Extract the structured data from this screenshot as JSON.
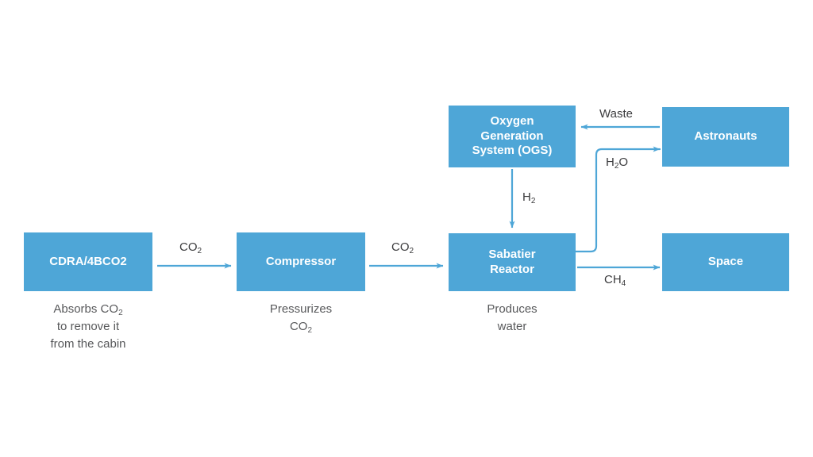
{
  "diagram": {
    "title": "Carbon dioxide removal and Sabatier reaction flow",
    "background_color": "#ffffff",
    "node_color": "#4ea6d7",
    "node_text_color": "#ffffff",
    "arrow_color": "#4ea6d7",
    "label_text_color": "#3b3b3d",
    "caption_text_color": "#58595b"
  },
  "nodes": [
    {
      "id": "cdra",
      "label": "CDRA/4BCO2"
    },
    {
      "id": "compressor",
      "label": "Compressor"
    },
    {
      "id": "ogs",
      "label": "Oxygen\nGeneration\nSystem (OGS)"
    },
    {
      "id": "sabatier",
      "label": "Sabatier\nReactor"
    },
    {
      "id": "astronauts",
      "label": "Astronauts"
    },
    {
      "id": "space",
      "label": "Space"
    }
  ],
  "node_labels": {
    "cdra": "CDRA/4BCO2",
    "compressor": "Compressor",
    "ogs_line1": "Oxygen",
    "ogs_line2": "Generation",
    "ogs_line3": "System (OGS)",
    "sabatier_line1": "Sabatier",
    "sabatier_line2": "Reactor",
    "astronauts": "Astronauts",
    "space": "Space"
  },
  "captions": {
    "cdra_line1": "Absorbs CO",
    "cdra_line1_sub": "2",
    "cdra_line2": "to remove it",
    "cdra_line3": "from the cabin",
    "compressor_line1": "Pressurizes",
    "compressor_line2": "CO",
    "compressor_line2_sub": "2",
    "sabatier_line1": "Produces",
    "sabatier_line2": "water"
  },
  "edges": [
    {
      "id": "cdra-to-compressor",
      "label": "CO",
      "sub": "2",
      "from": "cdra",
      "to": "compressor"
    },
    {
      "id": "compressor-to-sabatier",
      "label": "CO",
      "sub": "2",
      "from": "compressor",
      "to": "sabatier"
    },
    {
      "id": "ogs-to-sabatier",
      "label": "H",
      "sub": "2",
      "from": "ogs",
      "to": "sabatier"
    },
    {
      "id": "astronauts-to-ogs",
      "label": "Waste",
      "sub": "",
      "from": "astronauts",
      "to": "ogs"
    },
    {
      "id": "sabatier-to-astronauts",
      "label": "H",
      "sub": "2",
      "suffix": "O",
      "from": "sabatier",
      "to": "astronauts"
    },
    {
      "id": "sabatier-to-space",
      "label": "CH",
      "sub": "4",
      "from": "sabatier",
      "to": "space"
    }
  ],
  "edge_labels": {
    "co2_a_main": "CO",
    "co2_a_sub": "2",
    "co2_b_main": "CO",
    "co2_b_sub": "2",
    "h2_main": "H",
    "h2_sub": "2",
    "waste": "Waste",
    "h2o_main": "H",
    "h2o_sub": "2",
    "h2o_suffix": "O",
    "ch4_main": "CH",
    "ch4_sub": "4"
  }
}
